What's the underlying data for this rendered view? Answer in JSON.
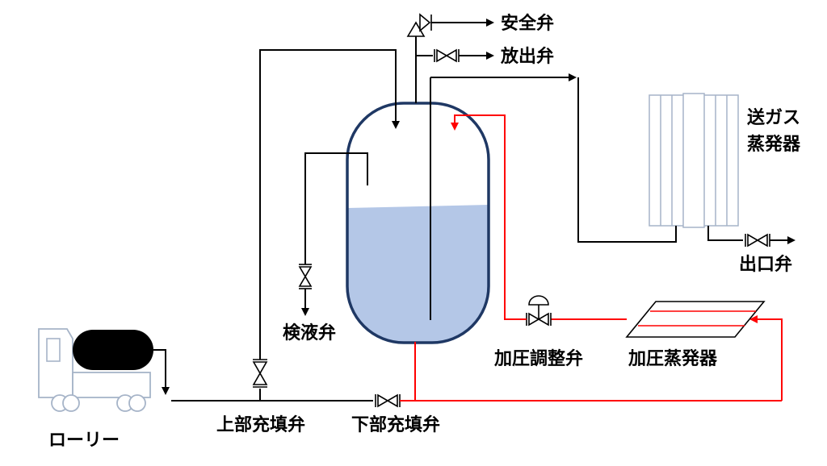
{
  "labels": {
    "safety_valve": "安全弁",
    "release_valve": "放出弁",
    "send_gas_vaporizer_line1": "送ガス",
    "send_gas_vaporizer_line2": "蒸発器",
    "outlet_valve": "出口弁",
    "level_check_valve": "検液弁",
    "pressure_control_valve": "加圧調整弁",
    "pressure_vaporizer": "加圧蒸発器",
    "top_fill_valve": "上部充填弁",
    "bottom_fill_valve": "下部充填弁",
    "lorry": "ローリー"
  },
  "colors": {
    "tank_outline": "#1f3864",
    "liquid": "#b4c7e7",
    "pressurize_line": "#ff0000",
    "process_line": "#000000",
    "lorry_tank": "#000000",
    "vaporizer_outline": "#a6b4c8"
  }
}
